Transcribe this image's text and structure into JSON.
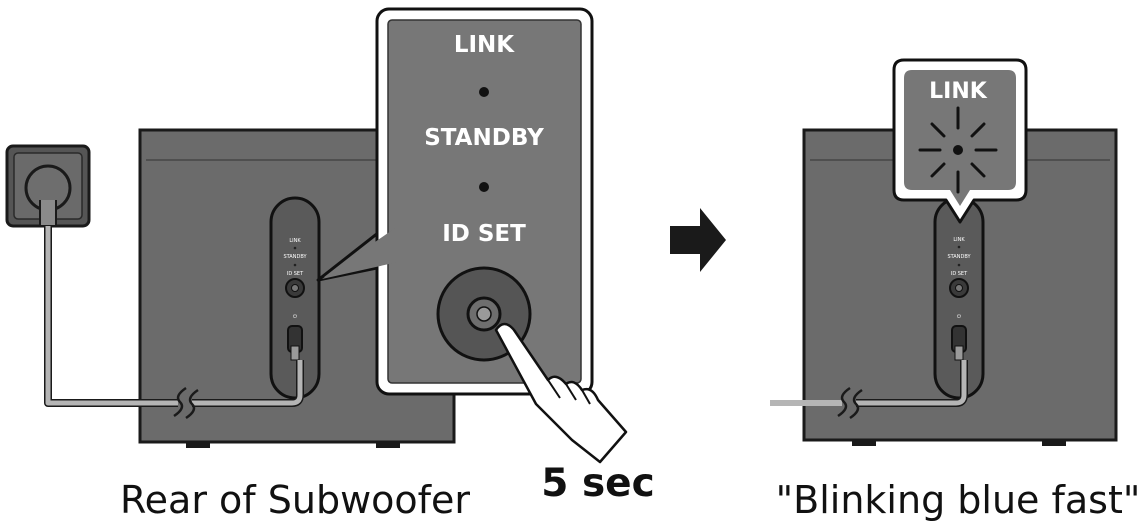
{
  "left_panel": {
    "caption": "Rear of Subwoofer",
    "port_labels": {
      "link": "LINK",
      "standby": "STANDBY",
      "id_set": "ID SET",
      "power": "⏻"
    }
  },
  "zoom_panel": {
    "link": "LINK",
    "standby": "STANDBY",
    "id_set": "ID SET",
    "duration": "5 sec"
  },
  "right_panel": {
    "callout_label": "LINK",
    "caption": "\"Blinking blue fast\"",
    "port_labels": {
      "link": "LINK",
      "standby": "STANDBY",
      "id_set": "ID SET",
      "power": "⏻"
    }
  },
  "colors": {
    "cabinet": "#6b6b6b",
    "cabinet_dark": "#555555",
    "zoom_bg": "#777777",
    "outline": "#1a1a1a",
    "cable": "#b5b5b5",
    "arrow": "#1a1a1a"
  },
  "icons": [
    "wall-outlet-icon",
    "hand-press-icon",
    "right-arrow-icon",
    "blink-rays-icon",
    "power-icon"
  ]
}
